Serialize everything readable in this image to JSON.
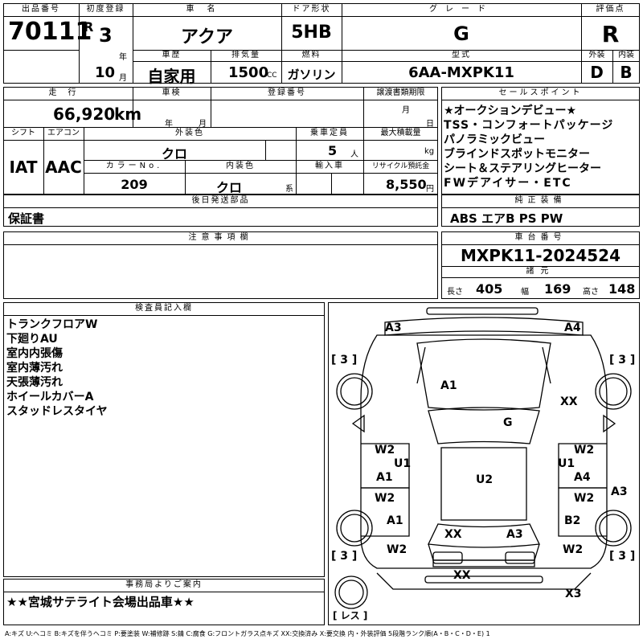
{
  "hdr": {
    "lot_no": "出品番号",
    "first_reg": "初度登録",
    "car_name": "車名",
    "door": "ドア形状",
    "grade": "グレード",
    "score": "評価点",
    "history": "車歴",
    "displacement": "排気量",
    "fuel": "燃料",
    "model": "型式",
    "exterior": "外装",
    "interior": "内装",
    "mileage": "走行",
    "inspection": "車検",
    "reg_no": "登録番号",
    "transfer": "譲渡書類期限",
    "sales_points": "セールスポイント",
    "shift": "シフト",
    "aircon": "エアコン",
    "ext_color": "外装色",
    "capacity": "乗車定員",
    "max_load": "最大積載量",
    "color_no": "カラーNo.",
    "int_color": "内装色",
    "import": "輸入車",
    "recycle": "リサイクル預託金",
    "later_parts": "後日発送部品",
    "equipment": "純正装備",
    "notes": "注意事項欄",
    "chassis": "車台番号",
    "specs": "諸元",
    "inspector": "検査員記入欄",
    "office": "事務局よりご案内"
  },
  "vehicle": {
    "lot_no": "70111",
    "era": "R",
    "year": "3",
    "year_unit": "年",
    "month": "10",
    "month_unit": "月",
    "name": "アクア",
    "door": "5HB",
    "grade": "G",
    "score": "R",
    "history": "自家用",
    "displacement": "1500",
    "cc_unit": "CC",
    "fuel": "ガソリン",
    "model": "6AA-MXPK11",
    "ext_grade": "D",
    "int_grade": "B",
    "mileage": "66,920",
    "km_unit": "km",
    "insp_year_unit": "年",
    "insp_month_unit": "月",
    "transfer_month_unit": "月",
    "transfer_day_unit": "日",
    "shift": "IAT",
    "aircon": "AAC",
    "ext_color": "クロ",
    "capacity": "5",
    "capacity_unit": "人",
    "load_unit": "kg",
    "color_no": "209",
    "int_color": "クロ",
    "int_color_unit": "系",
    "recycle": "8,550",
    "yen_unit": "円",
    "later_parts": "保証書",
    "equipment": "ABS エアB PS PW",
    "chassis": "MXPK11-2024524",
    "length_label": "長さ",
    "length": "405",
    "width_label": "幅",
    "width": "169",
    "height_label": "高さ",
    "height": "148"
  },
  "sales_points": [
    "★オークションデビュー★",
    "TSS・コンフォートパッケージ",
    "パノラミックビュー",
    "ブラインドスポットモニター",
    "シート＆ステアリングヒーター",
    "FWデアイサー・ETC"
  ],
  "inspector_notes": [
    "トランクフロアW",
    "下廻りAU",
    "室内内張傷",
    "室内薄汚れ",
    "天張薄汚れ",
    "ホイールカバーA",
    "スタッドレスタイヤ"
  ],
  "office_note": "★★宮城サテライト会場出品車★★",
  "diagram": {
    "tire_fl": "[ 3 ]",
    "tire_fr": "[ 3 ]",
    "tire_rl": "[ 3 ]",
    "tire_rr": "[ 3 ]",
    "spare": "[ レス ]",
    "marks": {
      "a3_top_left": "A3",
      "a4_top_right": "A4",
      "a1_hood": "A1",
      "xx_right_front": "XX",
      "g_windshield": "G",
      "w2_left_fender": "W2",
      "w2_right_fender": "W2",
      "u1_left": "U1",
      "u1_right": "U1",
      "a1_left_front_door": "A1",
      "a4_right_front_door": "A4",
      "u2_roof": "U2",
      "w2_left_door": "W2",
      "w2_right_door": "W2",
      "a3_right_side": "A3",
      "a1_left_rear_door": "A1",
      "b2_right_rear_door": "B2",
      "xx_rear_center": "XX",
      "a3_rear_center": "A3",
      "w2_left_quarter": "W2",
      "w2_right_quarter": "W2",
      "xx_rear_bumper": "XX",
      "x3_rear_right": "X3"
    }
  },
  "legend": "A:キズ U:ヘコミ B:キズを伴うヘコミ P:要塗装 W:補修跡 S:錆 C:腐食 G:フロントガラス点キズ XX:交換済み X:要交換 内・外装評価 5段階ランク順(A・B・C・D・E) 1"
}
